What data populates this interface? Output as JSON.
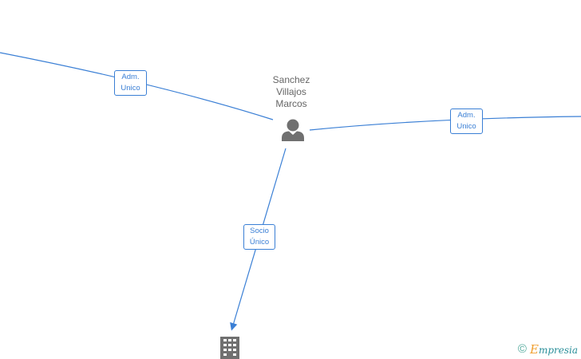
{
  "person": {
    "name_lines": [
      "Sanchez",
      "Villajos",
      "Marcos"
    ],
    "icon": "person-icon"
  },
  "company": {
    "icon": "building-icon"
  },
  "edges": [
    {
      "id": "left",
      "label_lines": [
        "Adm.",
        "Unico"
      ]
    },
    {
      "id": "right",
      "label_lines": [
        "Adm.",
        "Unico"
      ]
    },
    {
      "id": "down",
      "label_lines": [
        "Socio",
        "Único"
      ]
    }
  ],
  "footer": {
    "copyright": "©",
    "brand_first": "E",
    "brand_rest": "mpresia"
  },
  "colors": {
    "edge": "#3a7fd5",
    "icon": "#707070",
    "text": "#666666"
  }
}
